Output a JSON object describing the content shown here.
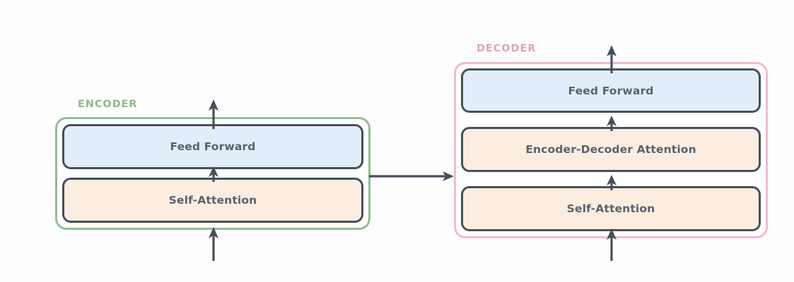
{
  "diagram": {
    "title": "Transformer encoder-decoder block diagram",
    "background_color": "#fdfdfd",
    "palette": {
      "encoder_frame": "#93bd93",
      "decoder_frame": "#f6b8d2",
      "encoder_label_text": "#8cba8c",
      "decoder_label_text": "#dea4c2",
      "feed_forward_fill": "#e3edfa",
      "attention_fill": "#fbeee1",
      "block_border": "#474f59",
      "block_text": "#5a626c",
      "arrow_color": "#474f59"
    },
    "groups": [
      {
        "id": "encoder",
        "label": "ENCODER",
        "blocks": [
          {
            "id": "encoder-feed-forward",
            "label": "Feed Forward",
            "kind": "feed-forward"
          },
          {
            "id": "encoder-self-attention",
            "label": "Self-Attention",
            "kind": "attention"
          }
        ]
      },
      {
        "id": "decoder",
        "label": "DECODER",
        "blocks": [
          {
            "id": "decoder-feed-forward",
            "label": "Feed Forward",
            "kind": "feed-forward"
          },
          {
            "id": "decoder-encoder-decoder-attention",
            "label": "Encoder-Decoder Attention",
            "kind": "attention"
          },
          {
            "id": "decoder-self-attention",
            "label": "Self-Attention",
            "kind": "attention"
          }
        ]
      }
    ],
    "connections": [
      {
        "id": "encoder-input-arrow",
        "from": "below",
        "to": "encoder-self-attention",
        "direction": "up"
      },
      {
        "id": "encoder-internal-arrow",
        "from": "encoder-self-attention",
        "to": "encoder-feed-forward",
        "direction": "up"
      },
      {
        "id": "encoder-output-arrow",
        "from": "encoder-feed-forward",
        "to": "above",
        "direction": "up"
      },
      {
        "id": "encoder-to-decoder-arrow",
        "from": "encoder",
        "to": "decoder",
        "direction": "right"
      },
      {
        "id": "decoder-input-arrow",
        "from": "below",
        "to": "decoder-self-attention",
        "direction": "up"
      },
      {
        "id": "decoder-internal-arrow-1",
        "from": "decoder-self-attention",
        "to": "decoder-encoder-decoder-attention",
        "direction": "up"
      },
      {
        "id": "decoder-internal-arrow-2",
        "from": "decoder-encoder-decoder-attention",
        "to": "decoder-feed-forward",
        "direction": "up"
      },
      {
        "id": "decoder-output-arrow",
        "from": "decoder-feed-forward",
        "to": "above",
        "direction": "up"
      }
    ]
  }
}
